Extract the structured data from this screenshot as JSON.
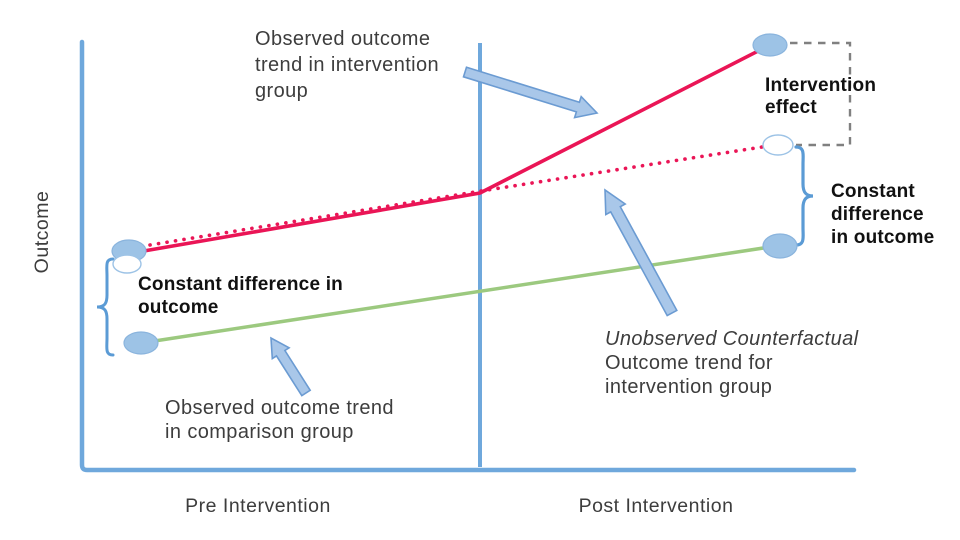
{
  "axes": {
    "y_label": "Outcome",
    "x_label_pre": "Pre Intervention",
    "x_label_post": "Post Intervention"
  },
  "annotations": {
    "intervention_trend": {
      "lines": [
        "Observed outcome",
        "trend in intervention",
        "group"
      ]
    },
    "intervention_effect": {
      "lines": [
        "Intervention",
        "effect"
      ]
    },
    "constant_diff_right": {
      "lines": [
        "Constant",
        "difference",
        "in outcome"
      ]
    },
    "constant_diff_left": {
      "lines": [
        "Constant difference in",
        "outcome"
      ]
    },
    "counterfactual": {
      "lines": [
        "Unobserved Counterfactual",
        "Outcome trend for",
        "intervention group"
      ]
    },
    "comparison_trend": {
      "lines": [
        "Observed outcome trend",
        "in comparison group"
      ]
    }
  },
  "colors": {
    "axis_blue": "#6fa8dc",
    "intervention_red": "#ea1556",
    "comparison_green": "#9cc97f",
    "arrow_fill": "#a9c7e9",
    "arrow_stroke": "#6b9bd2",
    "marker_fill": "#9dc3e6",
    "marker_stroke": "#8ab4dd",
    "white": "#ffffff",
    "brace_blue": "#5b9bd5",
    "bracket_gray": "#808080",
    "text_dark": "#3d3d3d",
    "text_black": "#111111"
  }
}
